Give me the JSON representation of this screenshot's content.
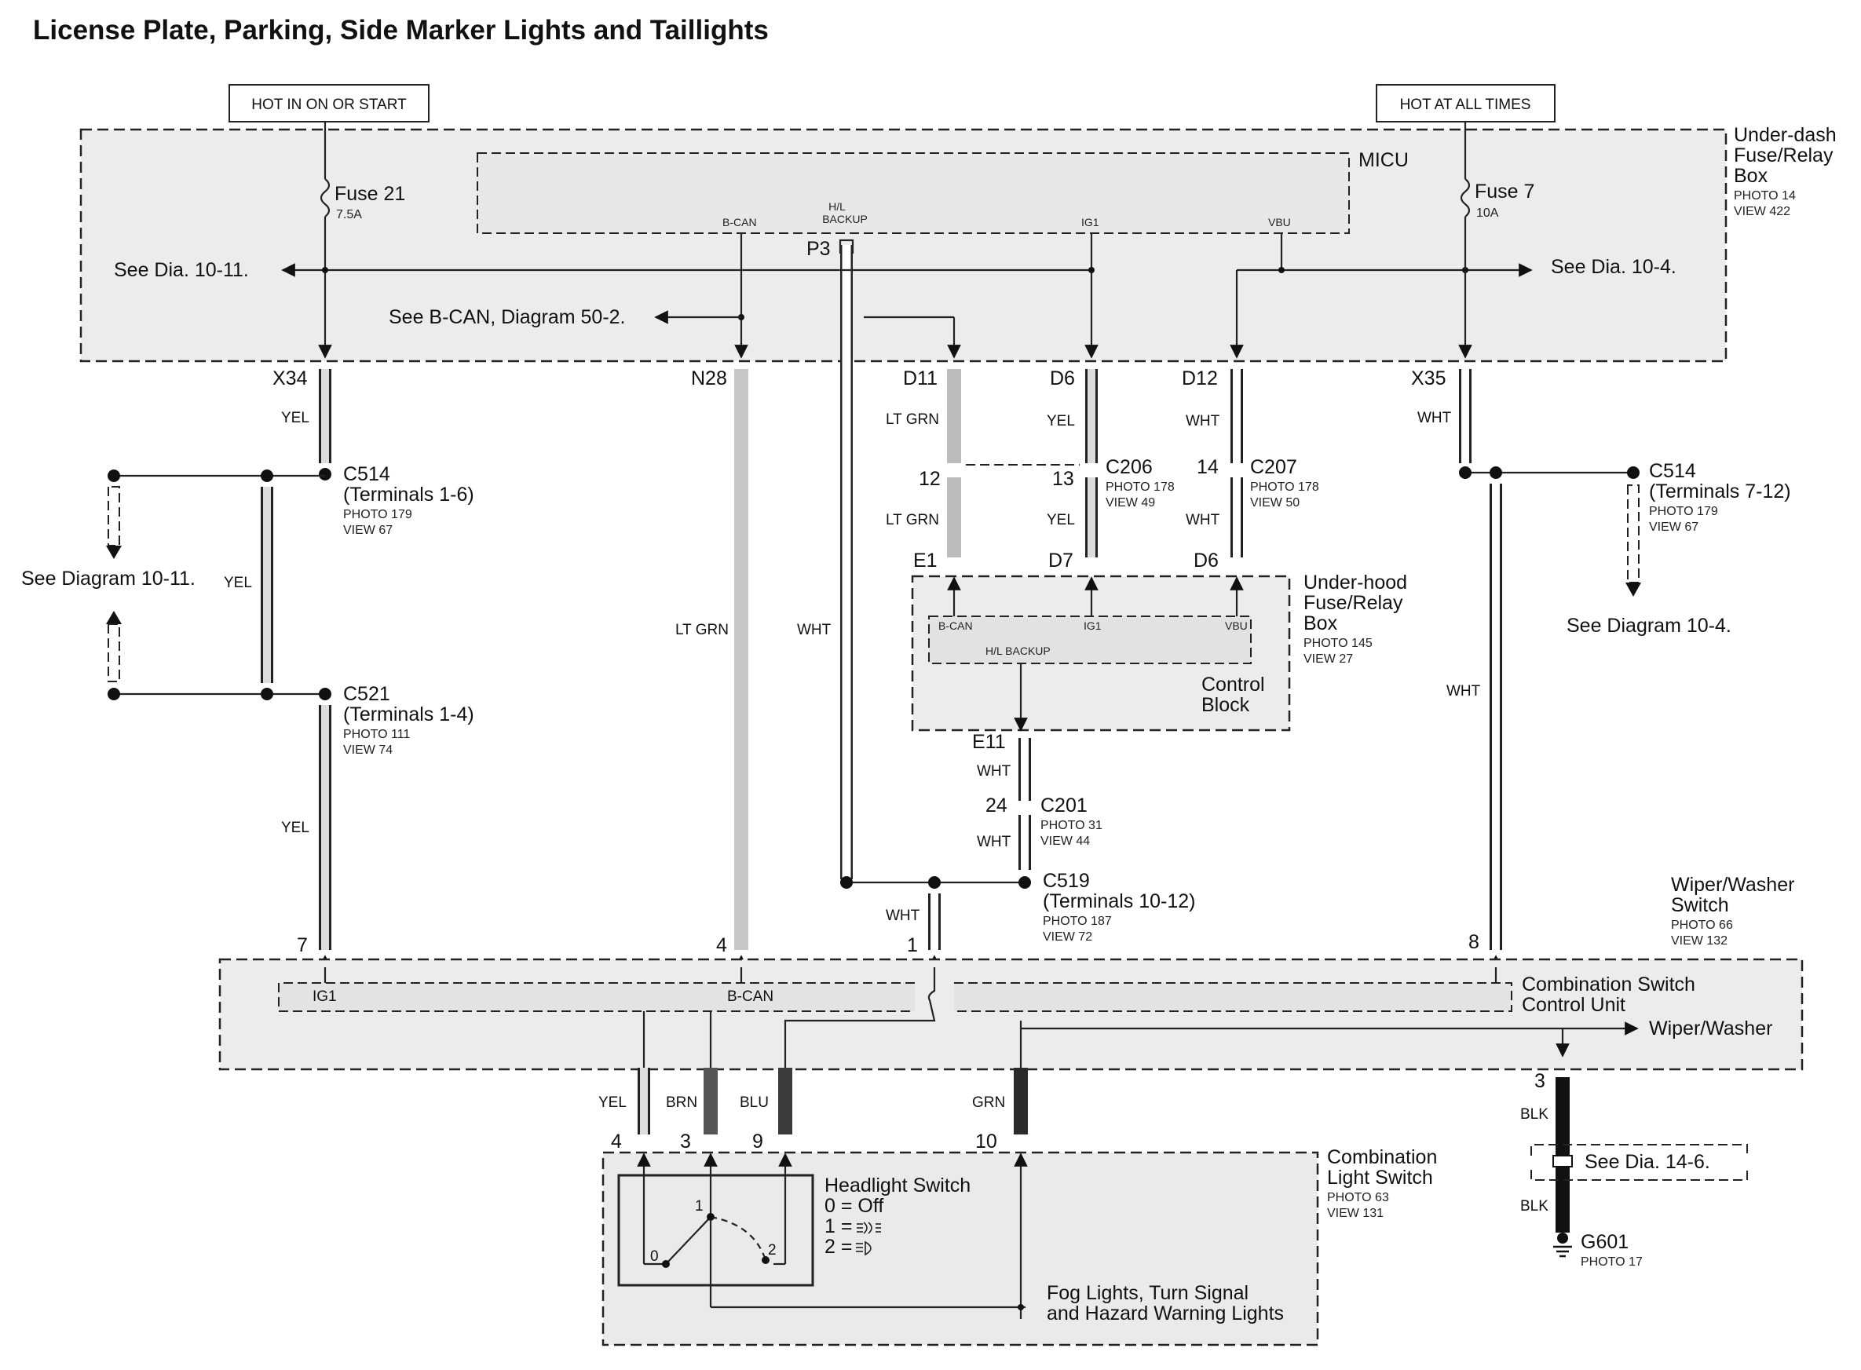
{
  "title": "License Plate, Parking, Side Marker Lights and Taillights",
  "labels": {
    "hot_on_start": "HOT IN ON OR START",
    "hot_all_times": "HOT AT ALL TIMES",
    "fuse21": "Fuse 21",
    "fuse21_rating": "7.5A",
    "fuse7": "Fuse 7",
    "fuse7_rating": "10A",
    "micu": "MICU",
    "bcan": "B-CAN",
    "hl_backup_1": "H/L",
    "hl_backup_2": "BACKUP",
    "hl_backup": "H/L BACKUP",
    "ig1": "IG1",
    "vbu": "VBU",
    "p3": "P3",
    "see_dia_10_11_top": "See Dia. 10-11.",
    "see_dia_10_4_top": "See Dia. 10-4.",
    "see_bcan": "See B-CAN, Diagram 50-2.",
    "underdash_1": "Under-dash",
    "underdash_2": "Fuse/Relay",
    "underdash_3": "Box",
    "underdash_photo": "PHOTO 14",
    "underdash_view": "VIEW 422",
    "x34": "X34",
    "n28": "N28",
    "d11": "D11",
    "d6": "D6",
    "d12": "D12",
    "x35": "X35",
    "yel": "YEL",
    "lt_grn": "LT GRN",
    "wht": "WHT",
    "brn": "BRN",
    "blu": "BLU",
    "grn": "GRN",
    "blk": "BLK",
    "c514_left": "C514",
    "c514_left_terms": "(Terminals 1-6)",
    "c514_left_photo": "PHOTO 179",
    "c514_left_view": "VIEW 67",
    "c521": "C521",
    "c521_terms": "(Terminals 1-4)",
    "c521_photo": "PHOTO 111",
    "c521_view": "VIEW 74",
    "see_diagram_10_11": "See Diagram 10-11.",
    "c206": "C206",
    "c206_photo": "PHOTO 178",
    "c206_view": "VIEW 49",
    "c207": "C207",
    "c207_photo": "PHOTO 178",
    "c207_view": "VIEW 50",
    "pin12": "12",
    "pin13": "13",
    "pin14": "14",
    "e1": "E1",
    "d7": "D7",
    "d6b": "D6",
    "underhood_1": "Under-hood",
    "underhood_2": "Fuse/Relay",
    "underhood_3": "Box",
    "underhood_photo": "PHOTO 145",
    "underhood_view": "VIEW 27",
    "control_1": "Control",
    "control_2": "Block",
    "e11": "E11",
    "c201": "C201",
    "pin24": "24",
    "c201_photo": "PHOTO 31",
    "c201_view": "VIEW 44",
    "c519": "C519",
    "c519_terms": "(Terminals 10-12)",
    "c519_photo": "PHOTO 187",
    "c519_view": "VIEW 72",
    "c514_right": "C514",
    "c514_right_terms": "(Terminals 7-12)",
    "c514_right_photo": "PHOTO 179",
    "c514_right_view": "VIEW 67",
    "see_diagram_10_4": "See Diagram 10-4.",
    "wiper_1": "Wiper/Washer",
    "wiper_2": "Switch",
    "wiper_photo": "PHOTO 66",
    "wiper_view": "VIEW 132",
    "pin7": "7",
    "pin4": "4",
    "pin1": "1",
    "pin8": "8",
    "comb_ctrl_1": "Combination Switch",
    "comb_ctrl_2": "Control Unit",
    "wiper_washer": "Wiper/Washer",
    "pin4b": "4",
    "pin3": "3",
    "pin9": "9",
    "pin10": "10",
    "pin3b": "3",
    "see_dia_14_6": "See Dia. 14-6.",
    "g601": "G601",
    "g601_photo": "PHOTO 17",
    "headlight_switch": "Headlight Switch",
    "hs_0": "0 = Off",
    "hs_1": "1 =",
    "hs_2": "2 =",
    "sw_pos_0": "0",
    "sw_pos_1": "1",
    "sw_pos_2": "2",
    "comb_light_1": "Combination",
    "comb_light_2": "Light Switch",
    "comb_light_photo": "PHOTO 63",
    "comb_light_view": "VIEW 131",
    "fog_1": "Fog Lights, Turn Signal",
    "fog_2": "and Hazard Warning Lights"
  }
}
